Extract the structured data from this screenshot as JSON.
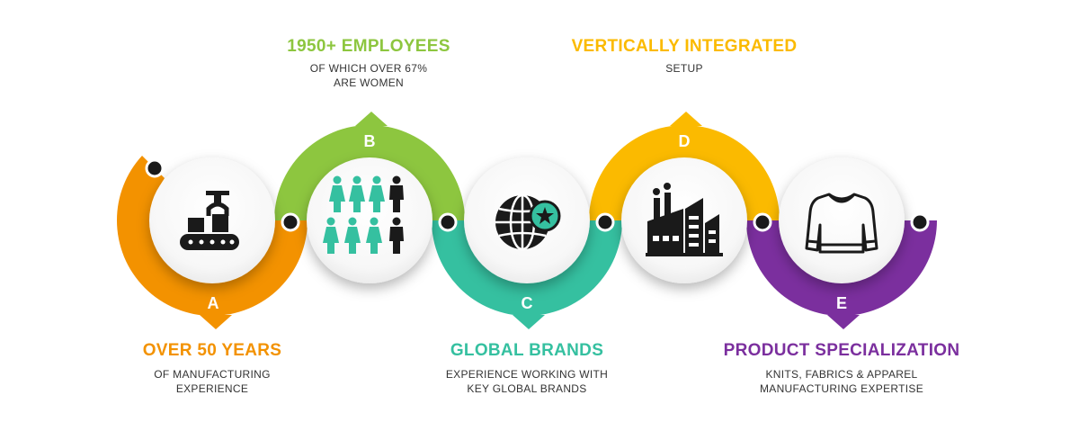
{
  "colors": {
    "a": "#F39200",
    "b": "#8DC63F",
    "c": "#35C0A0",
    "d": "#FBBA00",
    "e": "#7B2F9E",
    "dark": "#1A1A1A",
    "icon_teal": "#35C0A0"
  },
  "steps": [
    {
      "letter": "A",
      "title": "OVER 50 YEARS",
      "subtitle": [
        "OF MANUFACTURING",
        "EXPERIENCE"
      ],
      "icon": "robot-arm-conveyor-icon"
    },
    {
      "letter": "B",
      "title": "1950+ EMPLOYEES",
      "subtitle": [
        "OF WHICH OVER 67%",
        "ARE WOMEN"
      ],
      "icon": "people-group-icon"
    },
    {
      "letter": "C",
      "title": "GLOBAL BRANDS",
      "subtitle": [
        "EXPERIENCE WORKING WITH",
        "KEY GLOBAL BRANDS"
      ],
      "icon": "globe-star-icon"
    },
    {
      "letter": "D",
      "title": "VERTICALLY INTEGRATED",
      "subtitle": [
        "SETUP"
      ],
      "icon": "factory-icon"
    },
    {
      "letter": "E",
      "title": "PRODUCT SPECIALIZATION",
      "subtitle": [
        "KNITS, FABRICS & APPAREL",
        "MANUFACTURING EXPERTISE"
      ],
      "icon": "sweater-icon"
    }
  ]
}
